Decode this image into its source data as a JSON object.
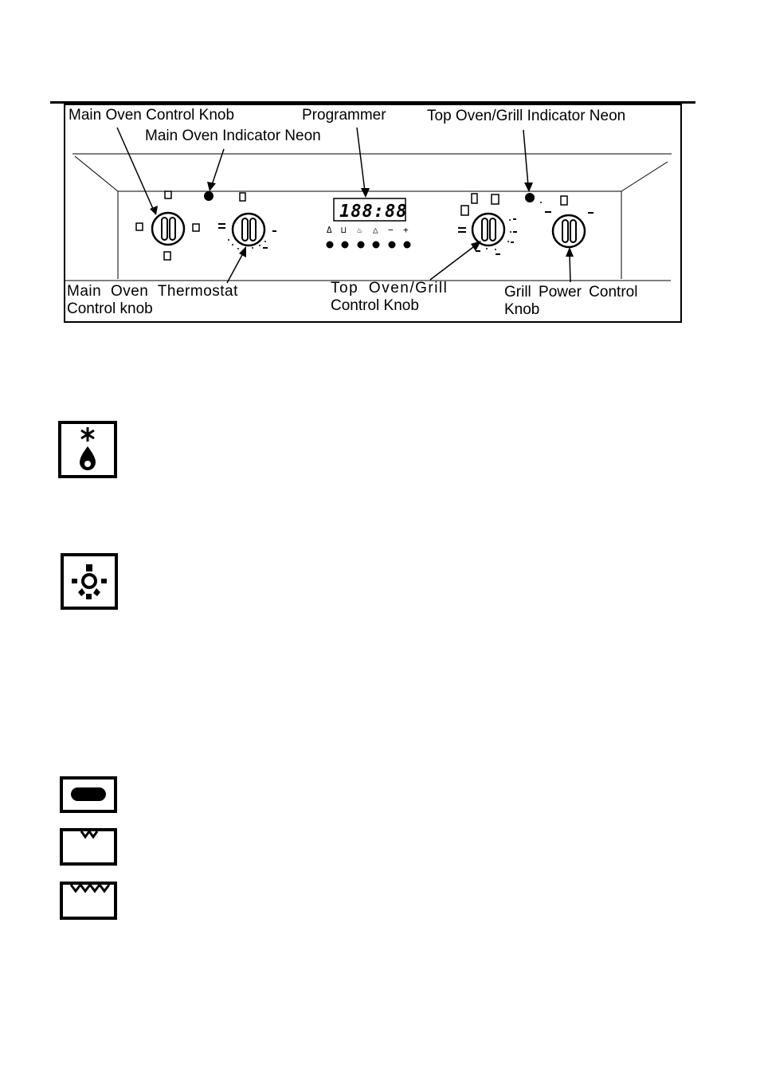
{
  "labels": {
    "main_oven_control_knob": "Main Oven Control Knob",
    "programmer": "Programmer",
    "top_oven_grill_indicator_neon": "Top Oven/Grill Indicator Neon",
    "main_oven_indicator_neon": "Main Oven Indicator Neon",
    "main_oven_thermostat_line1": "Main  Oven  Thermostat",
    "main_oven_thermostat_line2": "Control knob",
    "top_oven_grill_line1": "Top  Oven/Grill",
    "top_oven_grill_line2": "Control Knob",
    "grill_power_line1": "Grill  Power  Control",
    "grill_power_line2": "Knob"
  },
  "programmer_display": "188:88",
  "programmer_button_symbols": [
    "Δ",
    "⊔",
    "♨",
    "△",
    "−",
    "+"
  ],
  "symbols": {
    "defrost": "defrost-icon",
    "oven_light": "oven-light-icon",
    "grill_full": "grill-full-icon",
    "grill_half": "grill-half-icon",
    "grill_two_thirds": "grill-two-thirds-icon"
  },
  "colors": {
    "ink": "#000000",
    "paper": "#ffffff"
  }
}
